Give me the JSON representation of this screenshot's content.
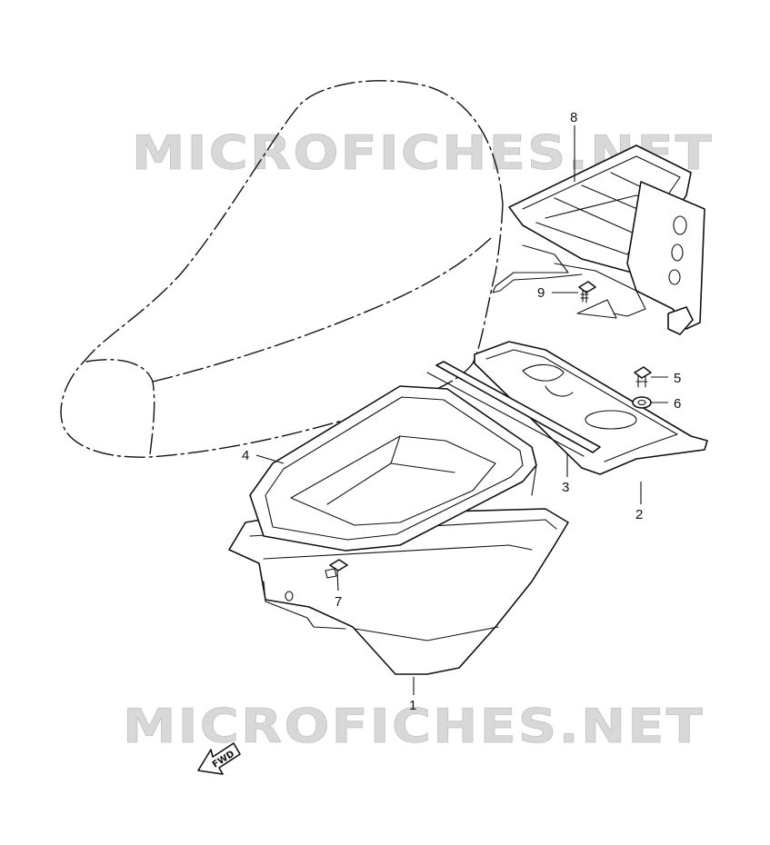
{
  "watermark": {
    "top_text": "MICROFICHES.NET",
    "bottom_text": "MICROFICHES.NET",
    "color": "#d8d8d8"
  },
  "fwd_label": "FWD",
  "callouts": [
    {
      "id": "1",
      "label": "1"
    },
    {
      "id": "2",
      "label": "2"
    },
    {
      "id": "3",
      "label": "3"
    },
    {
      "id": "4",
      "label": "4"
    },
    {
      "id": "5",
      "label": "5"
    },
    {
      "id": "6",
      "label": "6"
    },
    {
      "id": "7",
      "label": "7"
    },
    {
      "id": "8",
      "label": "8"
    },
    {
      "id": "9",
      "label": "9"
    }
  ]
}
